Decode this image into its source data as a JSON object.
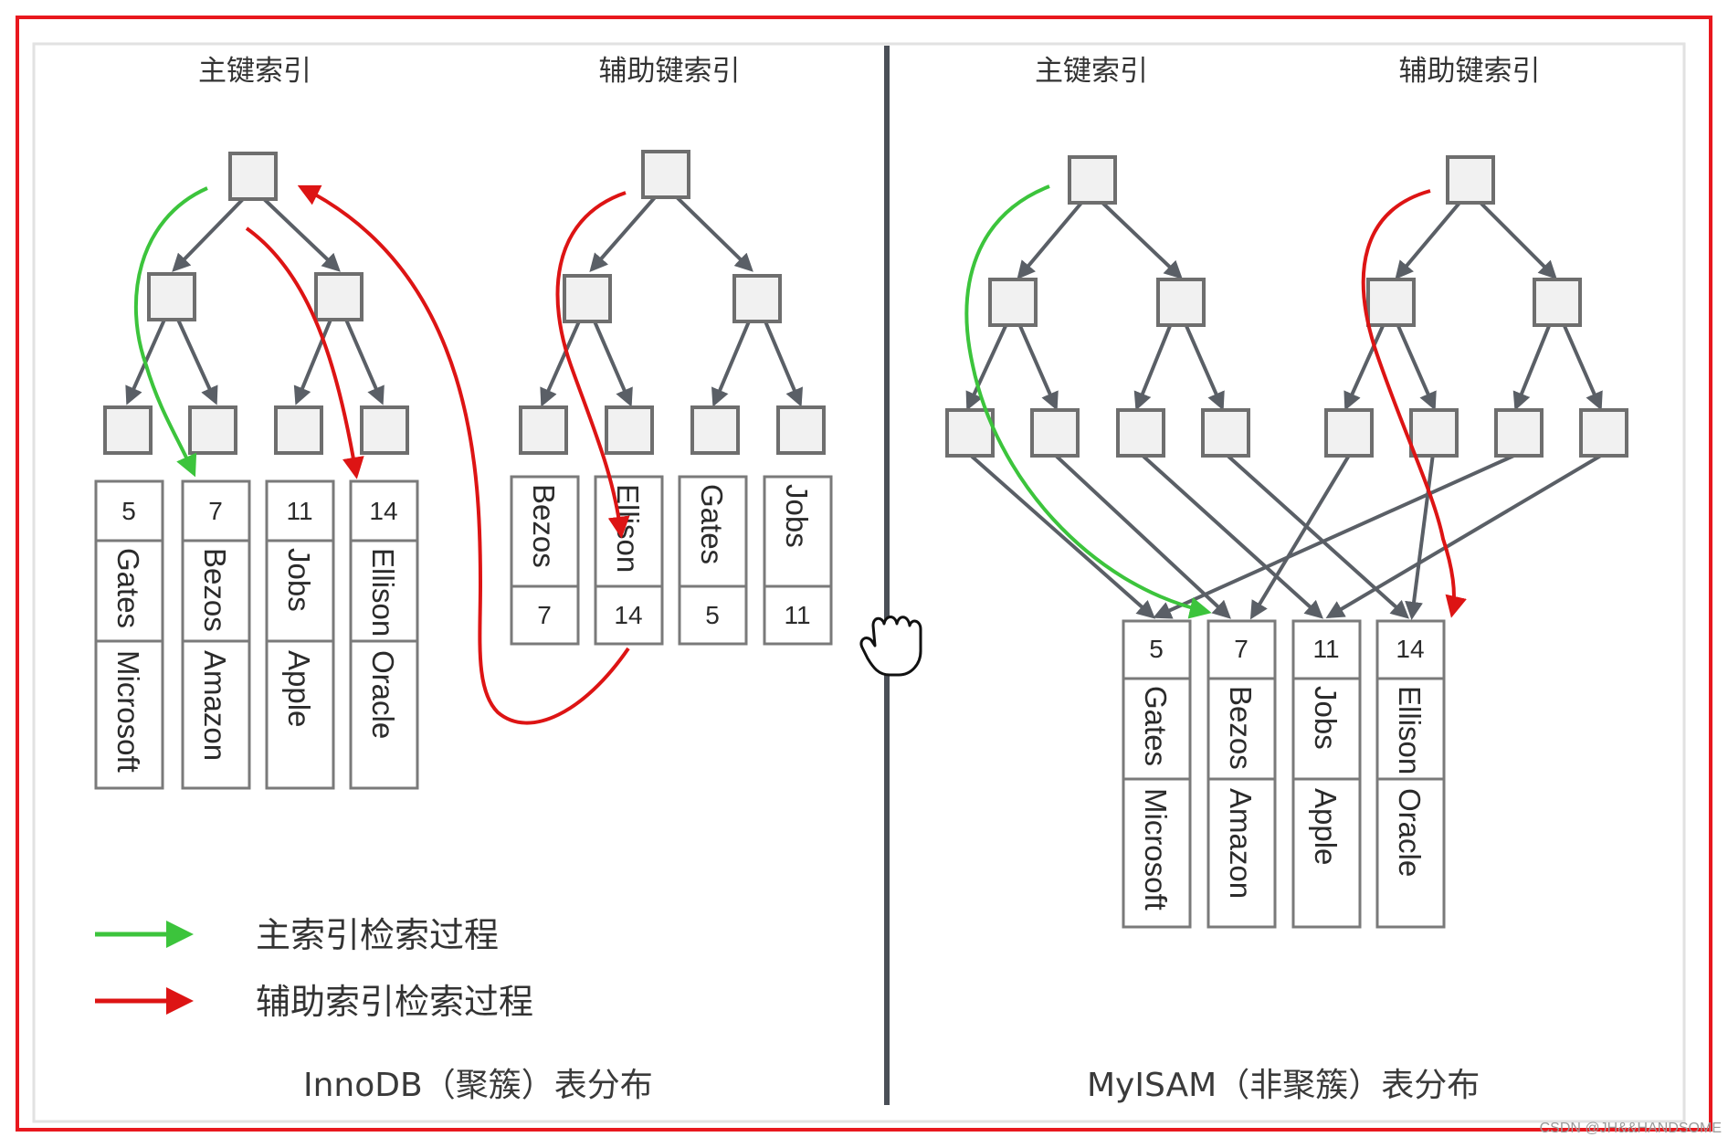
{
  "innodb": {
    "primary_header": "主键索引",
    "secondary_header": "辅助键索引",
    "caption": "InnoDB（聚簇）表分布",
    "primary_records": [
      {
        "id": "5",
        "name": "Gates",
        "company": "Microsoft"
      },
      {
        "id": "7",
        "name": "Bezos",
        "company": "Amazon"
      },
      {
        "id": "11",
        "name": "Jobs",
        "company": "Apple"
      },
      {
        "id": "14",
        "name": "Ellison",
        "company": "Oracle"
      }
    ],
    "secondary_records": [
      {
        "name": "Bezos",
        "id": "7"
      },
      {
        "name": "Ellison",
        "id": "14"
      },
      {
        "name": "Gates",
        "id": "5"
      },
      {
        "name": "Jobs",
        "id": "11"
      }
    ]
  },
  "myisam": {
    "primary_header": "主键索引",
    "secondary_header": "辅助键索引",
    "caption": "MyISAM（非聚簇）表分布",
    "records": [
      {
        "id": "5",
        "name": "Gates",
        "company": "Microsoft"
      },
      {
        "id": "7",
        "name": "Bezos",
        "company": "Amazon"
      },
      {
        "id": "11",
        "name": "Jobs",
        "company": "Apple"
      },
      {
        "id": "14",
        "name": "Ellison",
        "company": "Oracle"
      }
    ]
  },
  "legend": {
    "primary": {
      "label": "主索引检索过程",
      "color": "#3cc43c"
    },
    "secondary": {
      "label": "辅助索引检索过程",
      "color": "#dd1414"
    }
  },
  "watermark": "CSDN @JH&&HANDSOME",
  "colors": {
    "frame": "#e8181e",
    "node_stroke": "#6e6e6e",
    "edge": "#5a5f66",
    "divider": "#4a4f57"
  },
  "icons": {
    "cursor": "hand-grab-cursor-icon"
  }
}
